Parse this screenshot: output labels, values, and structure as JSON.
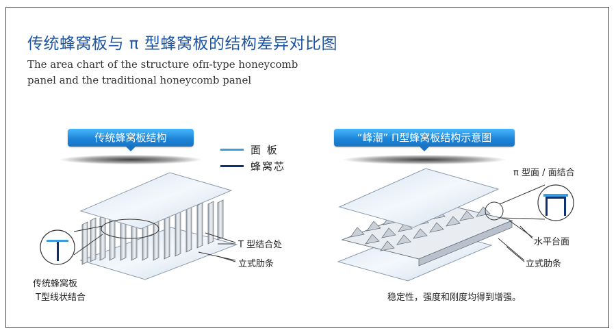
{
  "title_cn": "传统蜂窝板与 π 型蜂窝板的结构差异对比图",
  "title_en": "The area chart of the structure ofπ-type honeycomb panel and the traditional honeycomb panel",
  "left": {
    "banner": "传统蜂窝板结构",
    "label_t_joint": "T 型结合处",
    "label_ribs": "立式肋条",
    "caption_line1": "传统蜂窝板",
    "caption_line2": "T型线状结合"
  },
  "legend": {
    "items": [
      {
        "label": "面 板",
        "color": "#3a9de0"
      },
      {
        "label": "蜂窝芯",
        "color": "#0f2e73"
      }
    ]
  },
  "right": {
    "banner": "“峰潮” Π型蜂窝板结构示意图",
    "label_pi": "π 型面 / 面结合",
    "label_horizontal": "水平台面",
    "label_ribs": "立式肋条",
    "caption": "稳定性，强度和刚度均得到增强。"
  },
  "colors": {
    "accent": "#1f56a3",
    "banner": "#1e86d8",
    "panel": "#dfe8f3",
    "core": "#0f2e73"
  }
}
